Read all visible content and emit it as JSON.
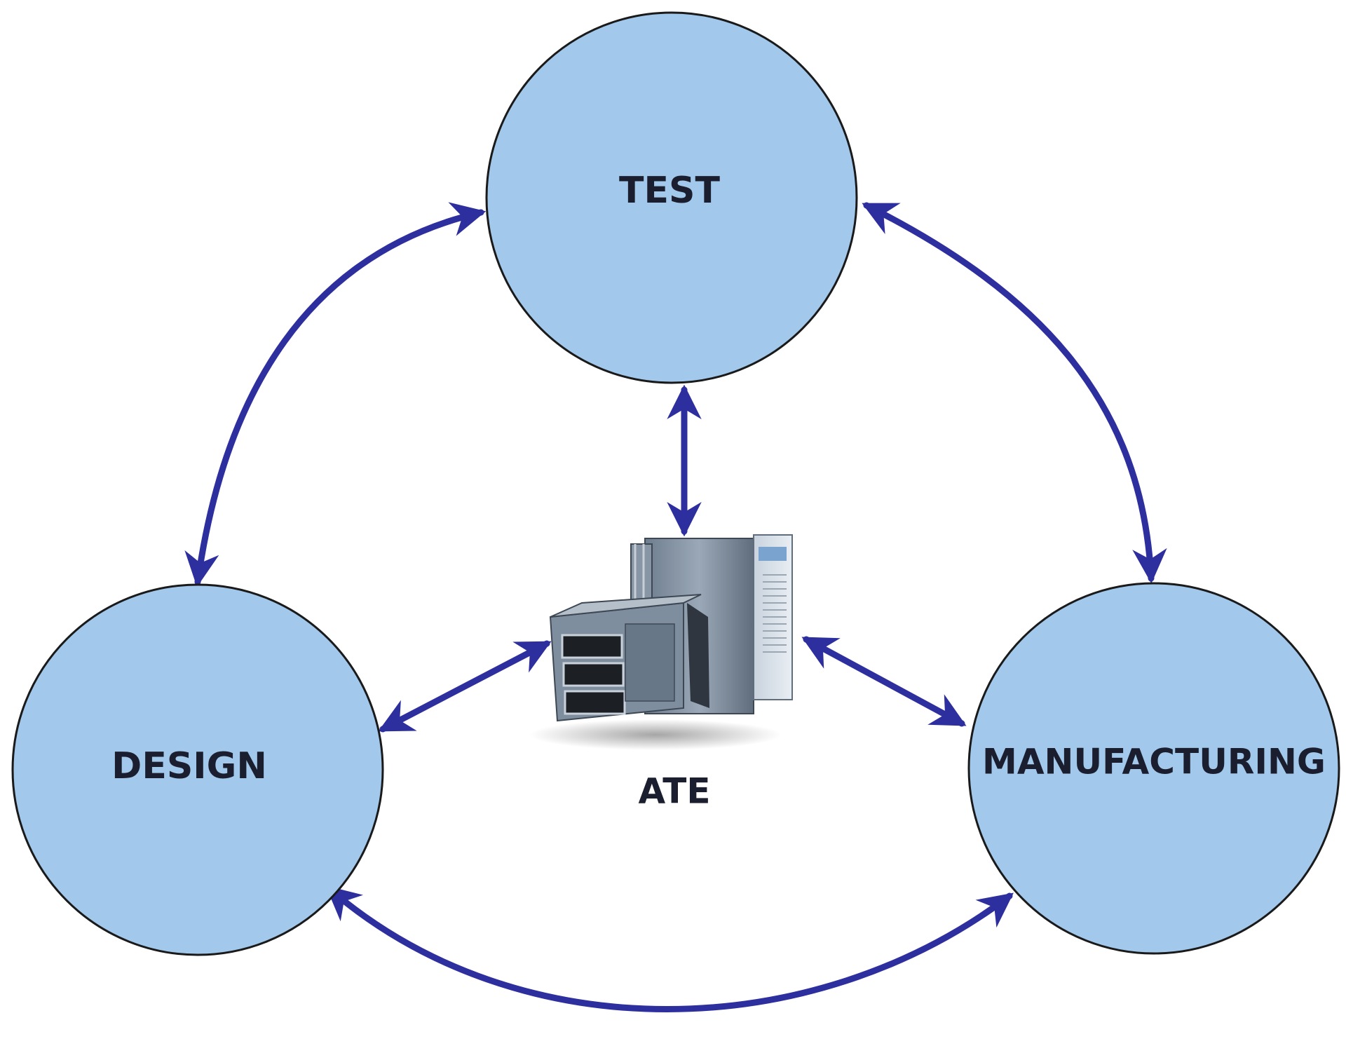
{
  "nodes": {
    "test": {
      "label": "TEST"
    },
    "design": {
      "label": "DESIGN"
    },
    "manufacturing": {
      "label": "MANUFACTURING"
    },
    "ate": {
      "label": "ATE"
    }
  },
  "edges": [
    {
      "from": "design",
      "to": "test",
      "direction": "both"
    },
    {
      "from": "test",
      "to": "manufacturing",
      "direction": "both"
    },
    {
      "from": "design",
      "to": "manufacturing",
      "direction": "both"
    },
    {
      "from": "ate",
      "to": "test",
      "direction": "both"
    },
    {
      "from": "ate",
      "to": "design",
      "direction": "both"
    },
    {
      "from": "ate",
      "to": "manufacturing",
      "direction": "both"
    }
  ],
  "colors": {
    "circle_fill": "#a2c9ec",
    "circle_stroke": "#1a1a1a",
    "arrow": "#2e2f9e",
    "text": "#1b1e2e"
  },
  "icons": {
    "ate": "ate-test-equipment-icon"
  }
}
